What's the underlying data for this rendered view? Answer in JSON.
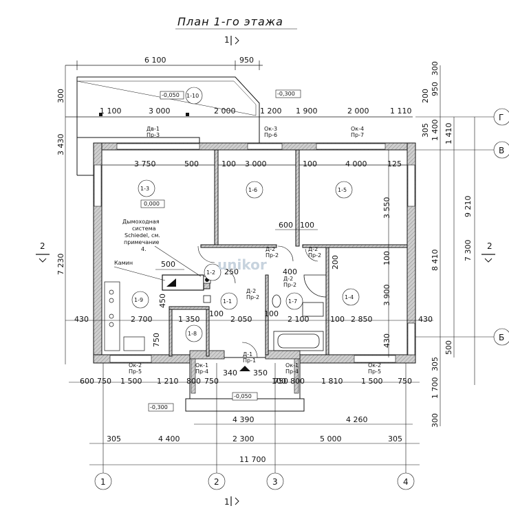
{
  "title": "План 1-го этажа",
  "section_mark": "1",
  "side_mark": "2",
  "watermark": "unikor",
  "axes_letters": [
    "Г",
    "В",
    "Б"
  ],
  "axes_numbers": [
    "1",
    "2",
    "3",
    "4"
  ],
  "levels": {
    "terrace": "-0,050",
    "porch_left": "-0,300",
    "right_top": "-0,300",
    "floor": "0,000",
    "porch_bottom": "-0,050",
    "ground": "-0,300"
  },
  "rooms": [
    "1-1",
    "1-2",
    "1-3",
    "1-4",
    "1-5",
    "1-6",
    "1-7",
    "1-8",
    "1-9",
    "1-10"
  ],
  "note": {
    "chimney_lines": [
      "Дымоходная",
      "система",
      "Schiedel, см.",
      "примечание",
      "4."
    ],
    "fireplace": "Камин"
  },
  "openings": {
    "dv1": "Дв-1",
    "pr3": "Пр-3",
    "ok3": "Ок-3",
    "pr6": "Пр-6",
    "ok4": "Ок-4",
    "pr7": "Пр-7",
    "d2a": "Д-2",
    "pr2a": "Пр-2",
    "d2b": "Д-2",
    "pr2b": "Пр-2",
    "d2c": "Д-2",
    "pr2c": "Пр-2",
    "d2d": "Д-2",
    "pr2d": "Пр-2",
    "d1": "Д-1",
    "pr1": "Пр-1",
    "ok1a": "Ок-1",
    "pr4a": "Пр-4",
    "ok1b": "Ок-1",
    "pr4b": "Пр-4",
    "ok2a": "Ок-2",
    "pr5a": "Пр-5",
    "ok2b": "Ок-2",
    "pr5b": "Пр-5"
  },
  "dims": {
    "top1": [
      "6 100",
      "950"
    ],
    "top2": [
      "1 100",
      "3 000",
      "2 000",
      "1 200",
      "1 900",
      "2 000",
      "1 110"
    ],
    "top3": [
      "3 750",
      "500",
      "100",
      "3 000",
      "100",
      "4 000",
      "125"
    ],
    "mid_a": [
      "600",
      "100"
    ],
    "mid_b": [
      "500",
      "250",
      "400",
      "200"
    ],
    "row_mid": [
      "430",
      "2 700",
      "1 350",
      "100",
      "2 050",
      "100",
      "2 100",
      "100",
      "2 850",
      "430"
    ],
    "left_small": [
      "450",
      "750"
    ],
    "bottom1": [
      "600",
      "750",
      "1 500",
      "1 210",
      "800",
      "750",
      "100",
      "750",
      "800",
      "1 810",
      "1 500",
      "750"
    ],
    "bottom_door": [
      "340",
      "350"
    ],
    "bottom2": [
      "4 390",
      "4 260"
    ],
    "bottom3": [
      "305",
      "4 400",
      "2 300",
      "5 000",
      "305"
    ],
    "total": "11 700",
    "right_inner": [
      "3 550",
      "100",
      "3 900",
      "430"
    ],
    "right1": [
      "300",
      "950",
      "200",
      "1 400",
      "1 410",
      "305",
      "7 300",
      "500",
      "305",
      "1 700",
      "300"
    ],
    "right_total": [
      "8 410",
      "9 210"
    ],
    "left": [
      "300",
      "3 430",
      "7 230"
    ]
  }
}
